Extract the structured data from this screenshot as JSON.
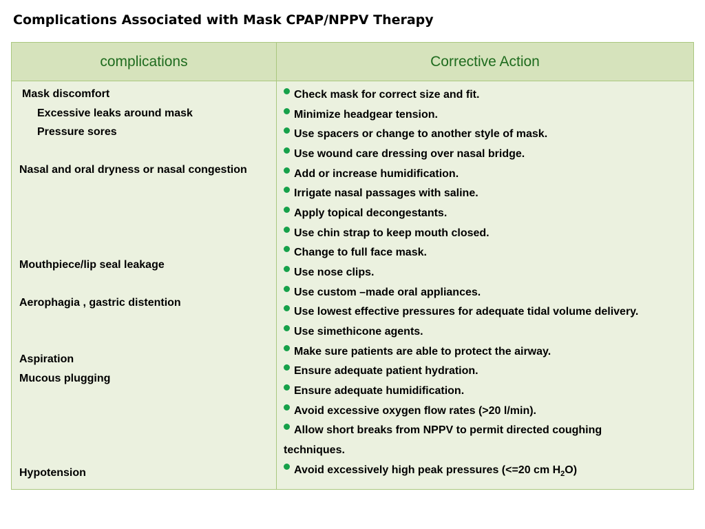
{
  "title": "Complications Associated with Mask CPAP/NPPV Therapy",
  "table": {
    "headers": {
      "complications": "complications",
      "corrective_action": "Corrective Action"
    },
    "complications": [
      "Mask  discomfort",
      "Excessive leaks around mask",
      "Pressure sores",
      "Nasal and oral dryness or nasal congestion",
      "Mouthpiece/lip seal leakage",
      "Aerophagia , gastric distention",
      "Aspiration",
      "Mucous plugging",
      "Hypotension"
    ],
    "actions": [
      "Check mask for correct size and fit.",
      "Minimize headgear tension.",
      "Use spacers or change to another style of mask.",
      "Use wound care dressing over nasal bridge.",
      "Add or increase humidification.",
      "Irrigate nasal passages  with saline.",
      "Apply topical decongestants.",
      "Use chin strap to keep mouth closed.",
      "Change to full face mask.",
      "Use nose clips.",
      "Use custom –made oral appliances.",
      "Use lowest effective pressures for adequate tidal volume delivery.",
      "Use simethicone agents.",
      "Make sure patients are able to protect the airway.",
      "Ensure adequate patient hydration.",
      "Ensure adequate humidification.",
      "Avoid excessive oxygen flow rates (>20 l/min).",
      "Allow short breaks from NPPV to permit directed  coughing",
      "techniques.",
      "Avoid excessively high peak pressures (<=20 cm H",
      "2",
      "O)"
    ]
  },
  "colors": {
    "header_bg": "#d6e3bc",
    "body_bg": "#ebf1df",
    "border": "#a9c77e",
    "header_text": "#1e6b1e",
    "bullet": "#16a14a"
  },
  "icons": {
    "bullet": "green-round-bullet-icon"
  }
}
